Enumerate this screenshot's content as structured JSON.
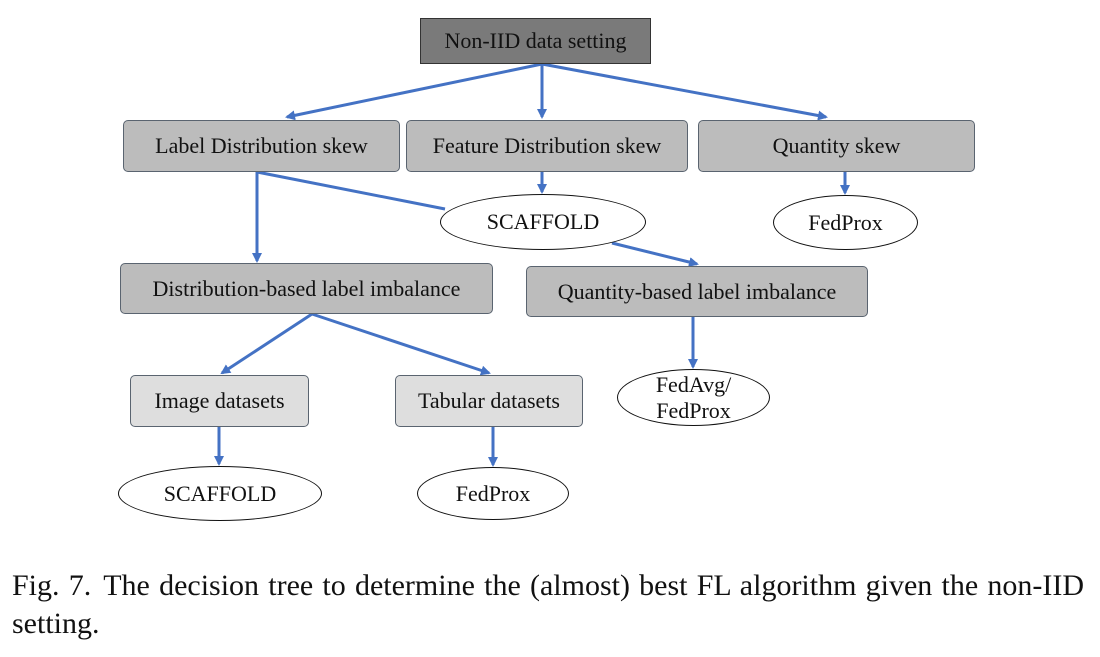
{
  "nodes": {
    "root": "Non-IID data setting",
    "label_skew": "Label Distribution skew",
    "feature_skew": "Feature Distribution skew",
    "quantity_skew": "Quantity skew",
    "scaffold_mid": "SCAFFOLD",
    "fedprox_right": "FedProx",
    "dist_label_imbalance": "Distribution-based label imbalance",
    "qty_label_imbalance": "Quantity-based label imbalance",
    "image_datasets": "Image datasets",
    "tabular_datasets": "Tabular datasets",
    "fedavg_line1": "FedAvg/",
    "fedavg_line2": "FedProx",
    "scaffold_bottom": "SCAFFOLD",
    "fedprox_bottom": "FedProx"
  },
  "colors": {
    "arrow": "#4472c4",
    "root_fill": "#7a7a7a",
    "mid_fill": "#bcbcbc",
    "light_fill": "#dedede"
  },
  "caption": {
    "number": "Fig. 7.",
    "text": "The decision tree to determine the (almost) best FL algorithm given the non-IID setting."
  }
}
